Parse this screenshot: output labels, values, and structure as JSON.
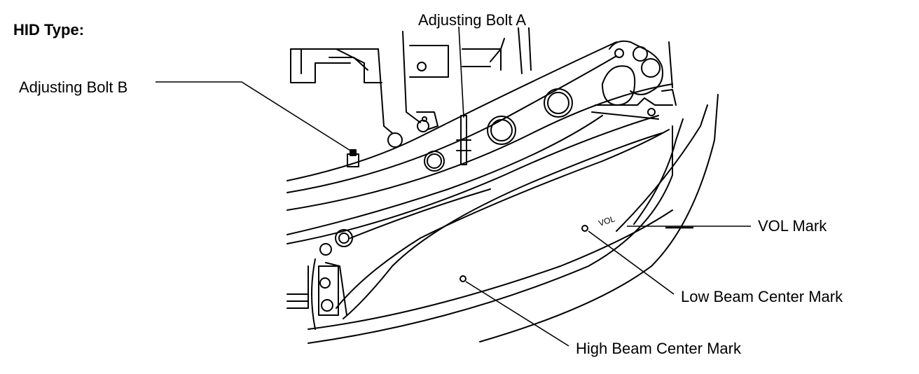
{
  "title": "HID Type:",
  "callouts": {
    "adjusting_bolt_a": "Adjusting Bolt A",
    "adjusting_bolt_b": "Adjusting Bolt B",
    "vol_mark": "VOL Mark",
    "low_beam_center_mark": "Low Beam Center Mark",
    "high_beam_center_mark": "High Beam Center Mark"
  },
  "embossed_text": "VOL"
}
